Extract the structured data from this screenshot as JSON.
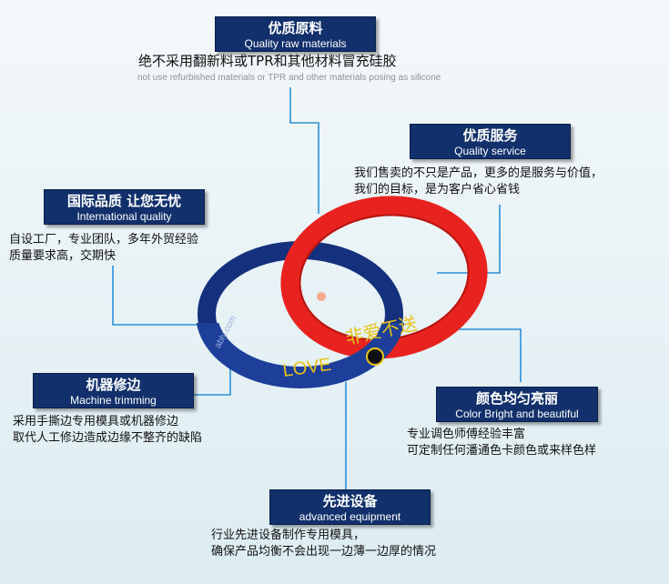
{
  "features": {
    "quality_raw_materials": {
      "title_cn": "优质原料",
      "title_en": "Quality raw materials",
      "desc_line1": "绝不采用翻新料或TPR和其他材料冒充硅胶",
      "desc_line2": "not use refurbished materials or TPR and other materials posing as silicone"
    },
    "quality_service": {
      "title_cn": "优质服务",
      "title_en": "Quality service",
      "desc_line1": "我们售卖的不只是产品，更多的是服务与价值，",
      "desc_line2": "我们的目标，是为客户省心省钱"
    },
    "international_quality": {
      "title_cn": "国际品质 让您无忧",
      "title_en": "International quality",
      "desc_line1": "自设工厂，专业团队，多年外贸经验",
      "desc_line2": "质量要求高，交期快"
    },
    "machine_trimming": {
      "title_cn": "机器修边",
      "title_en": "Machine trimming",
      "desc_line1": "采用手撕边专用模具或机器修边",
      "desc_line2": "取代人工修边造成边缘不整齐的缺陷"
    },
    "color_bright": {
      "title_cn": "颜色均匀亮丽",
      "title_en": "Color Bright and beautiful",
      "desc_line1": "专业调色师傅经验丰富",
      "desc_line2": "可定制任何潘通色卡颜色或来样色样"
    },
    "advanced_equipment": {
      "title_cn": "先进设备",
      "title_en": "advanced equipment",
      "desc_line1": "行业先进设备制作专用模具，",
      "desc_line2": "确保产品均衡不会出现一边薄一边厚的情况"
    }
  },
  "product": {
    "blue_band_text": "LOVE",
    "blue_band_side_text": "ably.com",
    "red_band_text": "非爱不送"
  },
  "colors": {
    "label_bg": "#12306b",
    "connector": "#2a8fd8",
    "blue_band": "#1d3f9a",
    "red_band": "#e8231f",
    "band_text": "#e6c21a"
  }
}
